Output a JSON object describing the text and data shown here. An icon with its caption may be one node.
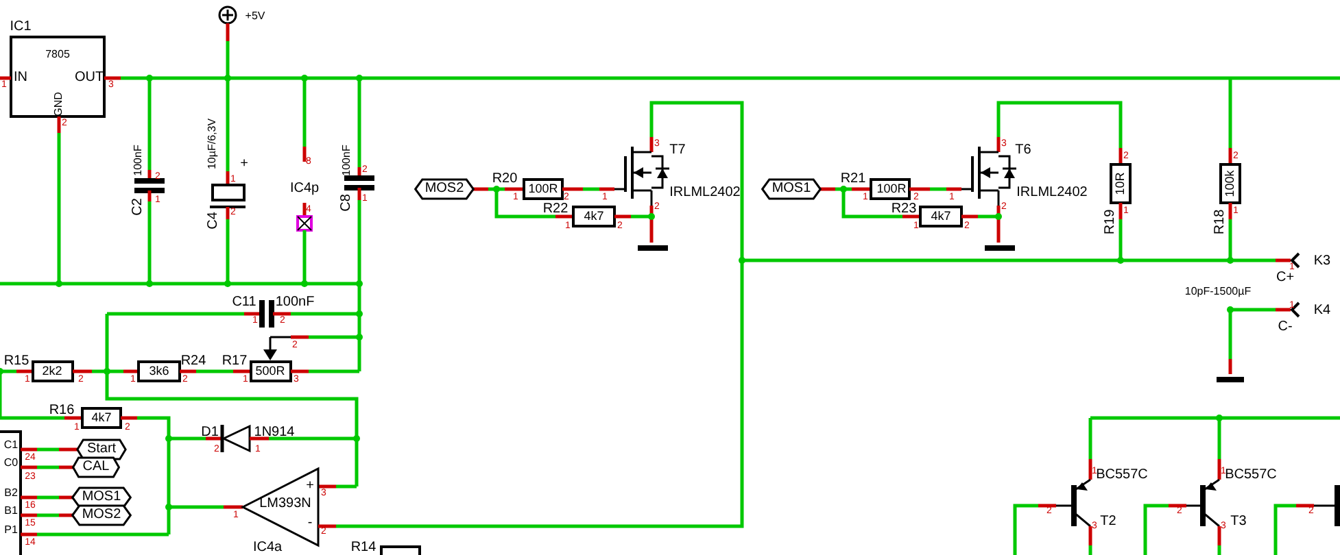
{
  "diagram": {
    "labels": [
      "IC1",
      "7805",
      "IN",
      "OUT",
      "GND",
      "1",
      "3",
      "2",
      "+5V",
      "100nF",
      "2",
      "1",
      "C2",
      "10µF/6,3V",
      "+",
      "1",
      "2",
      "C4",
      "8",
      "IC4p",
      "4",
      "100nF",
      "2",
      "1",
      "C8",
      "MOS2",
      "R20",
      "100R",
      "1",
      "2",
      "R22",
      "4k7",
      "1",
      "2",
      "3",
      "T7",
      "IRLML2402",
      "1",
      "2",
      "MOS1",
      "R21",
      "100R",
      "1",
      "2",
      "R23",
      "4k7",
      "1",
      "2",
      "3",
      "T6",
      "IRLML2402",
      "1",
      "2",
      "10R",
      "2",
      "1",
      "R19",
      "100k",
      "2",
      "1",
      "R18",
      "1",
      "K3",
      "C+",
      "10pF-1500µF",
      "1",
      "K4",
      "C-",
      "C11",
      "100nF",
      "1",
      "2",
      "2",
      "R15",
      "2k2",
      "1",
      "2",
      "3k6",
      "R24",
      "1",
      "2",
      "R17",
      "500R",
      "1",
      "3",
      "R16",
      "4k7",
      "1",
      "2",
      "D1",
      "1N914",
      "2",
      "1",
      "C1",
      "24",
      "C0",
      "23",
      "B2",
      "16",
      "B1",
      "15",
      "P1",
      "14",
      "Start",
      "CAL",
      "MOS1",
      "MOS2",
      "LM393N",
      "+",
      "-",
      "3",
      "2",
      "1",
      "IC4a",
      "R14",
      "1",
      "BC557C",
      "2",
      "3",
      "T2",
      "1",
      "BC557C",
      "2",
      "3",
      "T3",
      "2"
    ]
  }
}
